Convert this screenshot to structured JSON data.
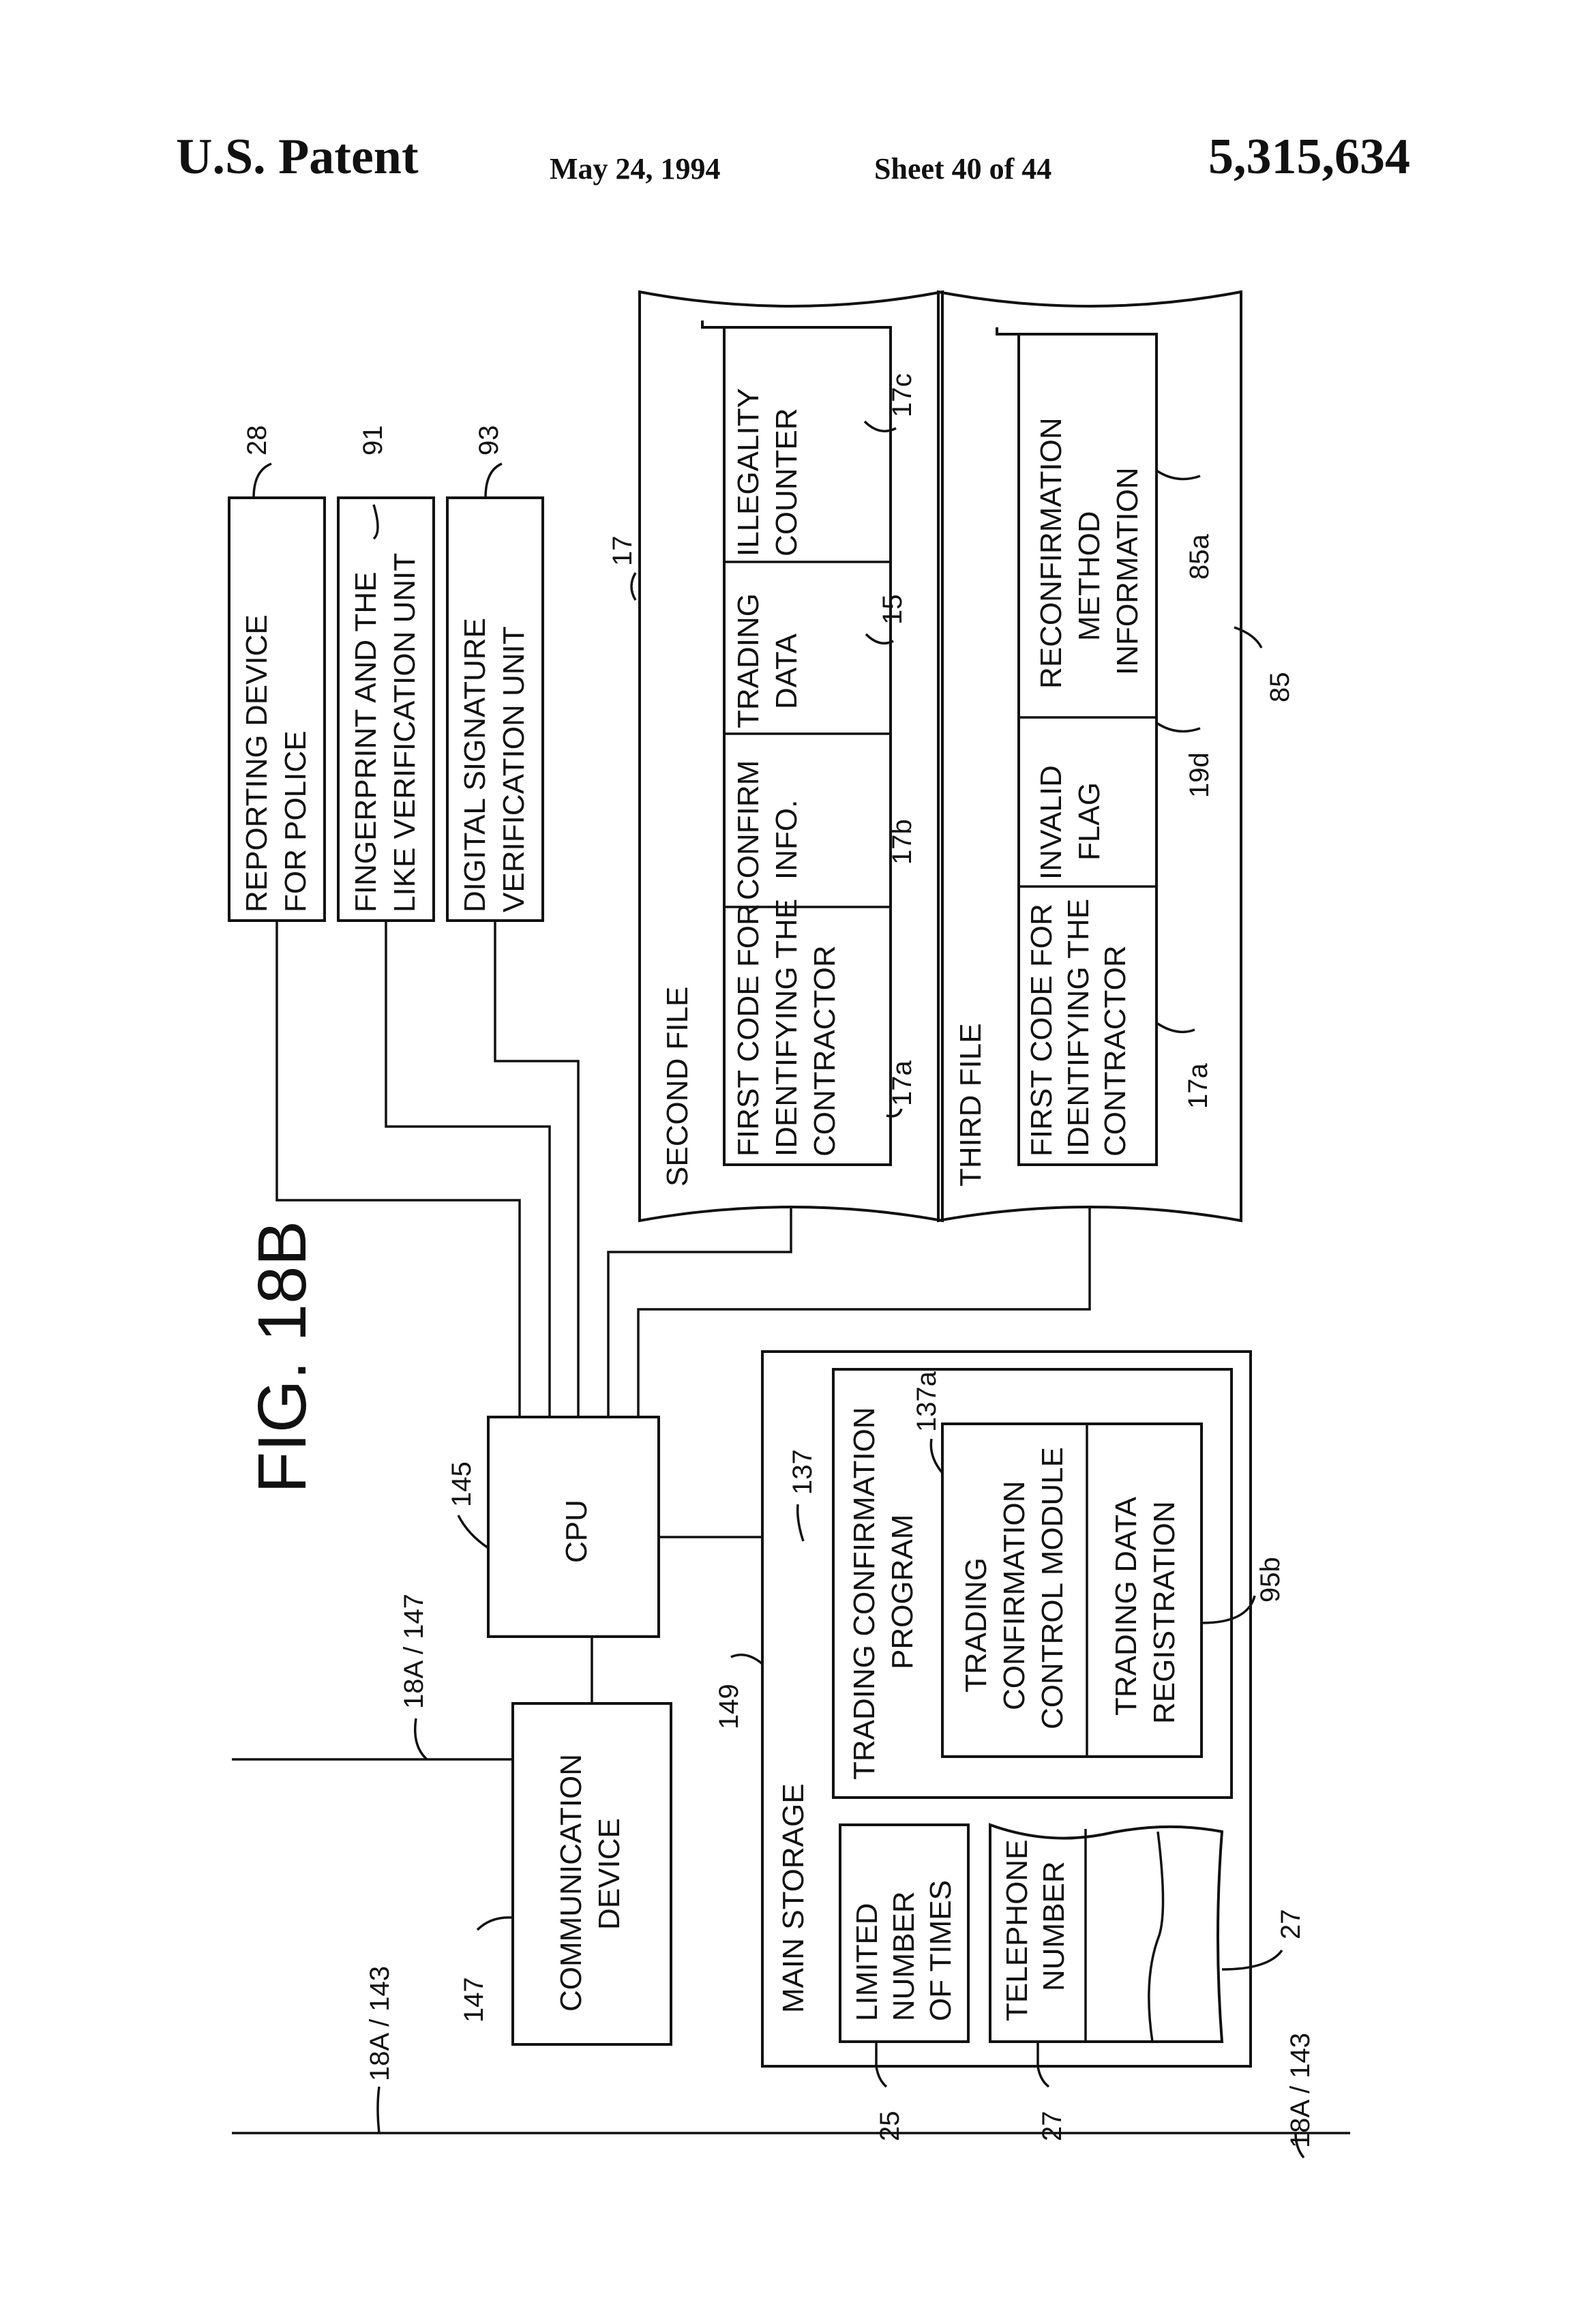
{
  "header": {
    "left": "U.S. Patent",
    "date": "May 24, 1994",
    "sheet": "Sheet 40 of 44",
    "number": "5,315,634"
  },
  "figure": {
    "title": "FIG. 18B",
    "cpu": {
      "label": "CPU",
      "ref": "145"
    },
    "communication_device": {
      "lines": [
        "COMMUNICATION",
        "DEVICE"
      ],
      "ref": "147"
    },
    "reporting_device": {
      "lines": [
        "REPORTING DEVICE",
        "FOR POLICE"
      ],
      "ref": "28"
    },
    "fingerprint_unit": {
      "lines": [
        "FINGERPRINT AND THE",
        "LIKE VERIFICATION UNIT"
      ],
      "ref": "91"
    },
    "signature_unit": {
      "lines": [
        "DIGITAL SIGNATURE",
        "VERIFICATION UNIT"
      ],
      "ref": "93"
    },
    "second_file": {
      "title": "SECOND FILE",
      "ref": "17",
      "fields": [
        {
          "lines": [
            "FIRST CODE FOR",
            "IDENTIFYING THE",
            "CONTRACTOR"
          ],
          "ref": "17a"
        },
        {
          "lines": [
            "CONFIRM",
            "INFO."
          ],
          "ref": "17b"
        },
        {
          "lines": [
            "TRADING",
            "DATA"
          ],
          "ref": "15"
        },
        {
          "lines": [
            "ILLEGALITY",
            "COUNTER"
          ],
          "ref": "17c"
        }
      ]
    },
    "third_file": {
      "title": "THIRD FILE",
      "ref": "85",
      "fields": [
        {
          "lines": [
            "FIRST CODE FOR",
            "IDENTIFYING THE",
            "CONTRACTOR"
          ],
          "ref": "17a"
        },
        {
          "lines": [
            "INVALID",
            "FLAG"
          ],
          "ref": "19d"
        },
        {
          "lines": [
            "RECONFIRMATION",
            "METHOD",
            "INFORMATION"
          ],
          "ref": "85a"
        }
      ]
    },
    "main_storage": {
      "title": "MAIN STORAGE",
      "ref": "149",
      "program": {
        "lines": [
          "TRADING CONFIRMATION",
          "PROGRAM"
        ],
        "ref": "137"
      },
      "module": {
        "lines": [
          "TRADING",
          "CONFIRMATION",
          "CONTROL MODULE"
        ],
        "ref": "137a"
      },
      "registration": {
        "lines": [
          "TRADING DATA",
          "REGISTRATION"
        ],
        "ref": "95b"
      },
      "limited_times": {
        "lines": [
          "LIMITED",
          "NUMBER",
          "OF TIMES"
        ],
        "ref": "25"
      },
      "telephone": {
        "lines": [
          "TELEPHONE",
          "NUMBER"
        ],
        "ref": "27"
      },
      "telephone_list_ref": "27"
    },
    "line_labels": {
      "left_bus": "18A / 143",
      "right_bus": "18A / 143",
      "comm_line": "18A / 147"
    }
  }
}
